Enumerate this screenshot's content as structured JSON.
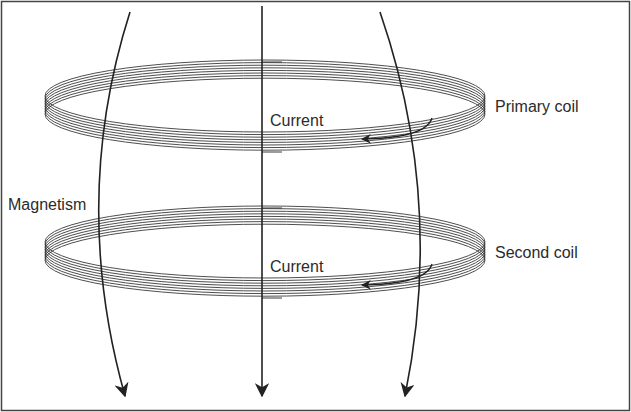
{
  "diagram": {
    "labels": [
      "Current",
      "Primary coil",
      "Magnetism",
      "Current",
      "Second coil"
    ]
  }
}
